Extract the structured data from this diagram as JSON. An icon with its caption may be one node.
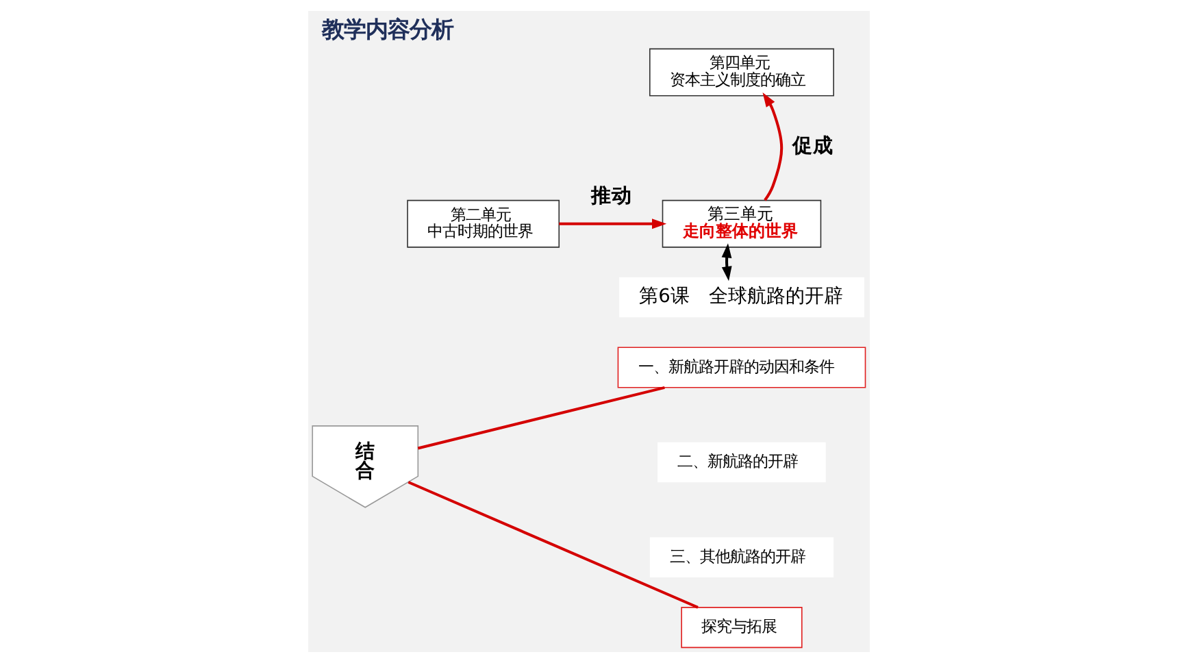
{
  "diagram": {
    "title": "教学内容分析",
    "nodes": [
      {
        "text": [
          "第二单元",
          "中古时期的世界"
        ]
      },
      {
        "text": [
          "第三单元",
          "走向整体的世界"
        ]
      },
      {
        "text": [
          "第四单元",
          "资本主义制度的确立"
        ]
      },
      {
        "text": [
          "第6课　全球航路的开辟"
        ]
      },
      {
        "text": [
          "结合"
        ]
      },
      {
        "text": [
          "一、新航路开辟的动因和条件"
        ]
      },
      {
        "text": [
          "二、新航路的开辟"
        ]
      },
      {
        "text": [
          "三、其他航路的开辟"
        ]
      },
      {
        "text": [
          "探究与拓展"
        ]
      }
    ],
    "edges": [
      {
        "from": 0,
        "to": 1,
        "arrow": "to",
        "label": "推动"
      },
      {
        "from": 1,
        "to": 2,
        "arrow": "to",
        "label": "促成"
      },
      {
        "from": 1,
        "to": 3,
        "arrow": "both",
        "color": "#000000"
      },
      {
        "from": 4,
        "to": 5,
        "arrow": "none"
      },
      {
        "from": 4,
        "to": 8,
        "arrow": "none"
      }
    ]
  }
}
